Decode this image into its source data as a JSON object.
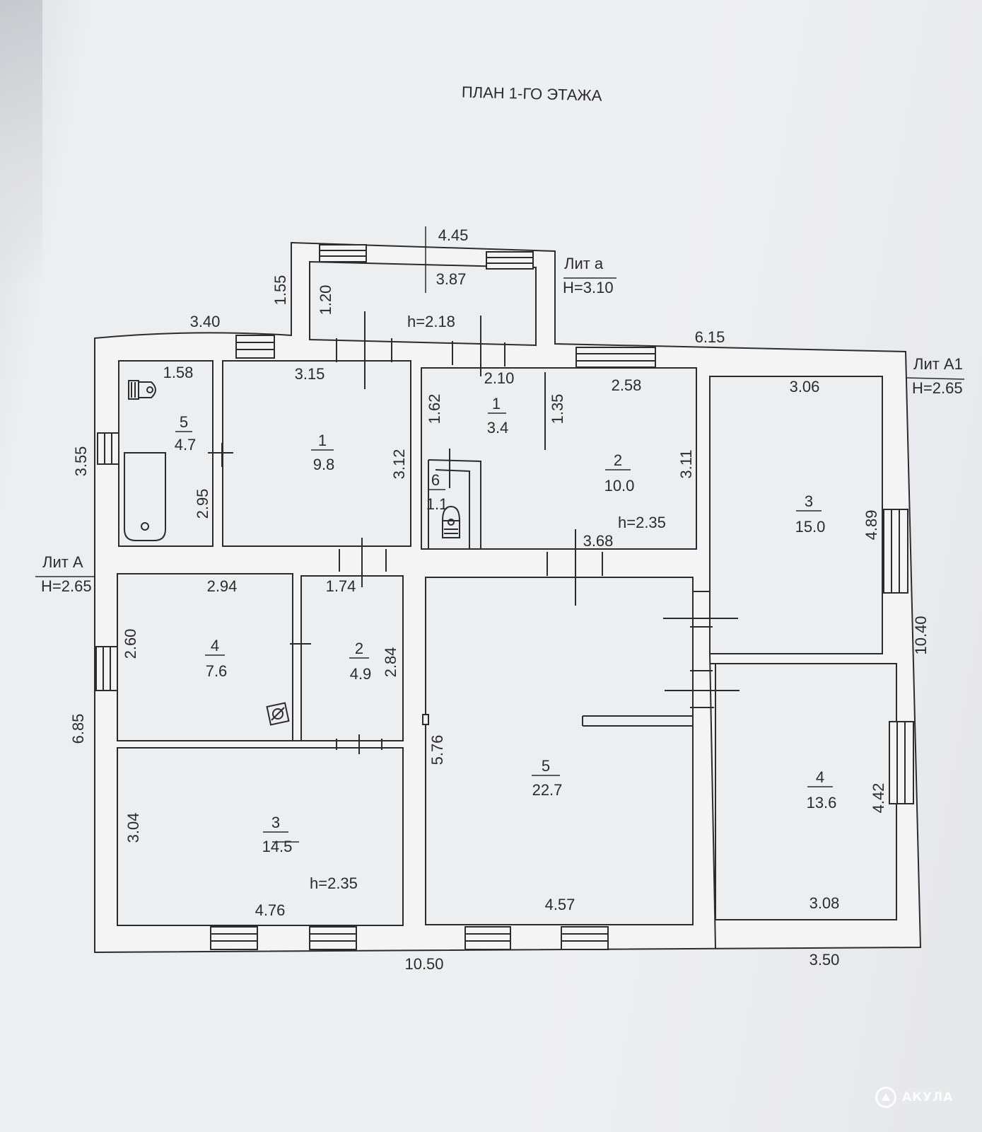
{
  "title": "ПЛАН 1-ГО ЭТАЖА",
  "colors": {
    "wall": "#f4f4f4",
    "line": "#2c2c2c",
    "paper": "#eceef0"
  },
  "sections": {
    "lit_a_small": {
      "name": "Лит а",
      "height": "H=3.10"
    },
    "lit_a1": {
      "name": "Лит А1",
      "height": "H=2.65"
    },
    "lit_a": {
      "name": "Лит А",
      "height": "H=2.65"
    }
  },
  "ceiling_heights": {
    "porch": "h=2.18",
    "east": "h=2.35",
    "west": "h=2.35"
  },
  "rooms": [
    {
      "id": "bath",
      "number": "5",
      "area": "4.7"
    },
    {
      "id": "r1-large",
      "number": "1",
      "area": "9.8"
    },
    {
      "id": "hall",
      "number": "1",
      "area": "3.4"
    },
    {
      "id": "wc",
      "number": "6",
      "area": "1.1"
    },
    {
      "id": "r2-upper",
      "number": "2",
      "area": "10.0"
    },
    {
      "id": "r3-east",
      "number": "3",
      "area": "15.0"
    },
    {
      "id": "r4-west",
      "number": "4",
      "area": "7.6"
    },
    {
      "id": "r2-corridor",
      "number": "2",
      "area": "4.9"
    },
    {
      "id": "r3-southwest",
      "number": "3",
      "area": "14.5"
    },
    {
      "id": "r5-center",
      "number": "5",
      "area": "22.7"
    },
    {
      "id": "r4-southeast",
      "number": "4",
      "area": "13.6"
    }
  ],
  "dimensions": {
    "porch_outer_width": "4.45",
    "porch_inner_width": "3.87",
    "porch_outer_depth": "1.55",
    "porch_inner_depth": "1.20",
    "top_west": "3.40",
    "top_east": "6.15",
    "bath_width": "1.58",
    "r1_width": "3.15",
    "hall_width": "2.10",
    "hall_depth": "1.62",
    "hall_side": "1.35",
    "r2_width": "2.58",
    "r3_width": "3.06",
    "west_top_side": "3.55",
    "bath_depth": "2.95",
    "r1_depth": "3.12",
    "r2_depth": "3.11",
    "r3_depth": "4.89",
    "corridor_width": "3.68",
    "r4_width": "2.94",
    "r2c_width": "1.74",
    "r4_depth": "2.60",
    "r2c_depth": "2.84",
    "total_depth": "10.40",
    "west_lower_side": "6.85",
    "r5_depth": "5.76",
    "r3sw_depth": "3.04",
    "r4se_depth": "4.42",
    "r3sw_width": "4.76",
    "r5_width": "4.57",
    "r4se_width": "3.08",
    "bottom_main": "10.50",
    "bottom_east": "3.50"
  },
  "watermark": "АКУЛА"
}
